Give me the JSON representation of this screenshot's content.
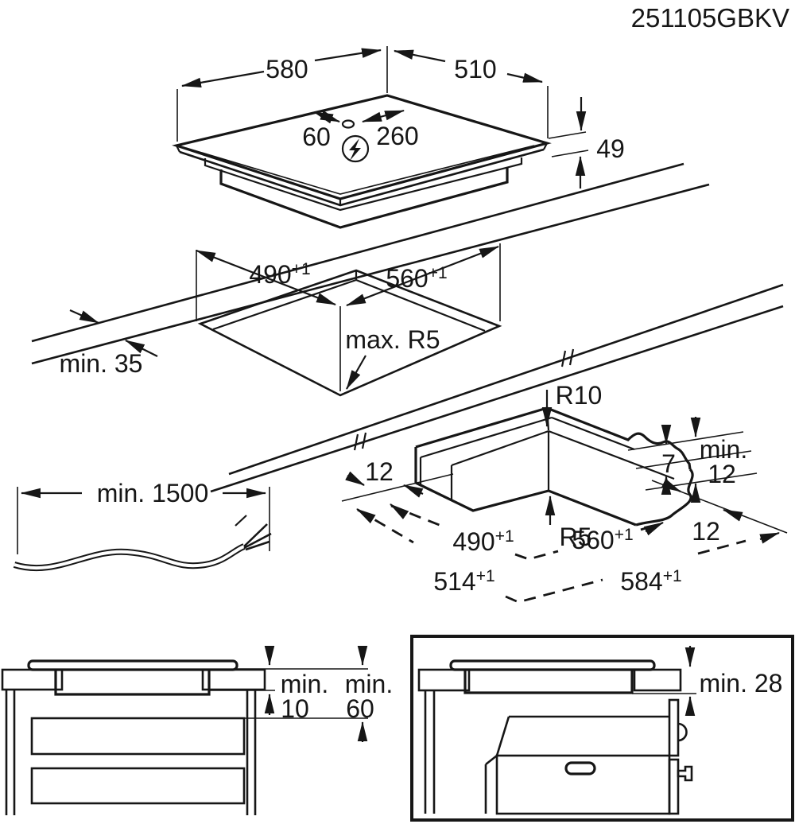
{
  "title": {
    "model": "251105GBKV"
  },
  "hob_view": {
    "width": "580",
    "depth": "510",
    "cable_left": "60",
    "cable_right": "260",
    "height": "49",
    "power_icon": "lightning-in-circle"
  },
  "cutout_view": {
    "depth": "490",
    "depth_tol": "+1",
    "width": "560",
    "width_tol": "+1",
    "corner_radius": "max. R5",
    "edge_distance": "min. 35"
  },
  "corner_view": {
    "radius_top": "R10",
    "radius_inner": "R5",
    "overhang_left": "12",
    "rebate_depth": "7",
    "min_word": "min.",
    "min_value": "12",
    "overhang_right": "12",
    "inner_depth": "490",
    "inner_depth_tol": "+1",
    "inner_width": "560",
    "inner_width_tol": "+1",
    "outer_depth": "514",
    "outer_depth_tol": "+1",
    "outer_width": "584",
    "outer_width_tol": "+1"
  },
  "cable_view": {
    "length": "min. 1500"
  },
  "cabinet_view": {
    "min_word_1": "min.",
    "value_1": "10",
    "min_word_2": "min.",
    "value_2": "60"
  },
  "oven_view": {
    "clearance": "min. 28"
  }
}
